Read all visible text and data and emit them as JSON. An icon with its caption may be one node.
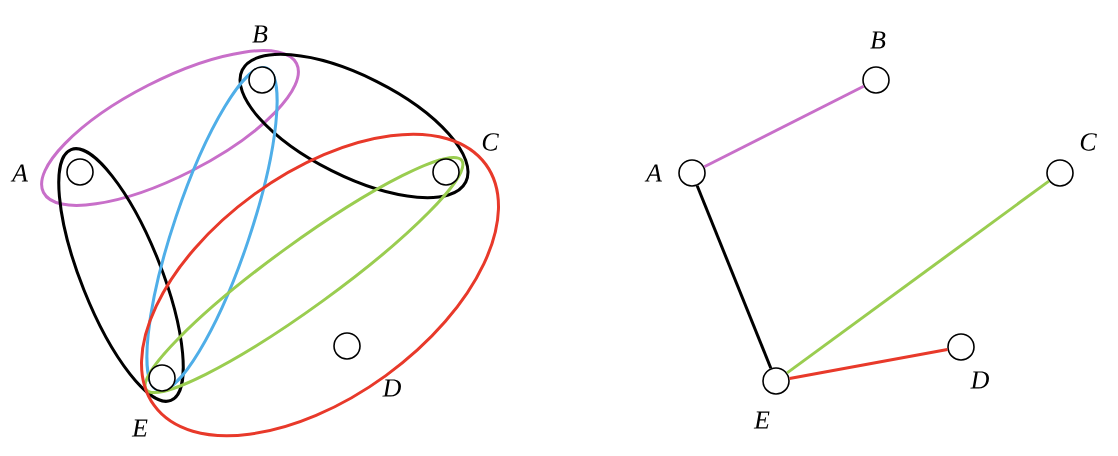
{
  "diagram": {
    "nodes": [
      {
        "text": [],
        "shape": "circle",
        "beside": [
          "A"
        ]
      },
      {
        "text": [],
        "shape": "circle",
        "beside": [
          "B"
        ]
      },
      {
        "text": [],
        "shape": "circle",
        "beside": [
          "C"
        ]
      },
      {
        "text": [],
        "shape": "circle",
        "beside": [
          "D"
        ]
      },
      {
        "text": [],
        "shape": "circle",
        "beside": [
          "E"
        ]
      },
      {
        "text": [],
        "shape": "circle",
        "beside": [
          "A"
        ]
      },
      {
        "text": [],
        "shape": "circle",
        "beside": [
          "B"
        ]
      },
      {
        "text": [],
        "shape": "circle",
        "beside": [
          "C"
        ]
      },
      {
        "text": [],
        "shape": "circle",
        "beside": [
          "D"
        ]
      },
      {
        "text": [],
        "shape": "circle",
        "beside": [
          "E"
        ]
      }
    ],
    "edges": [
      {
        "from": 5,
        "to": 6,
        "arrow": "none",
        "color": "#c86fc9"
      },
      {
        "from": 5,
        "to": 9,
        "arrow": "none",
        "color": "#000000"
      },
      {
        "from": 9,
        "to": 7,
        "arrow": "none",
        "color": "#9acd50"
      },
      {
        "from": 9,
        "to": 8,
        "arrow": "none",
        "color": "#e8392a"
      }
    ]
  }
}
